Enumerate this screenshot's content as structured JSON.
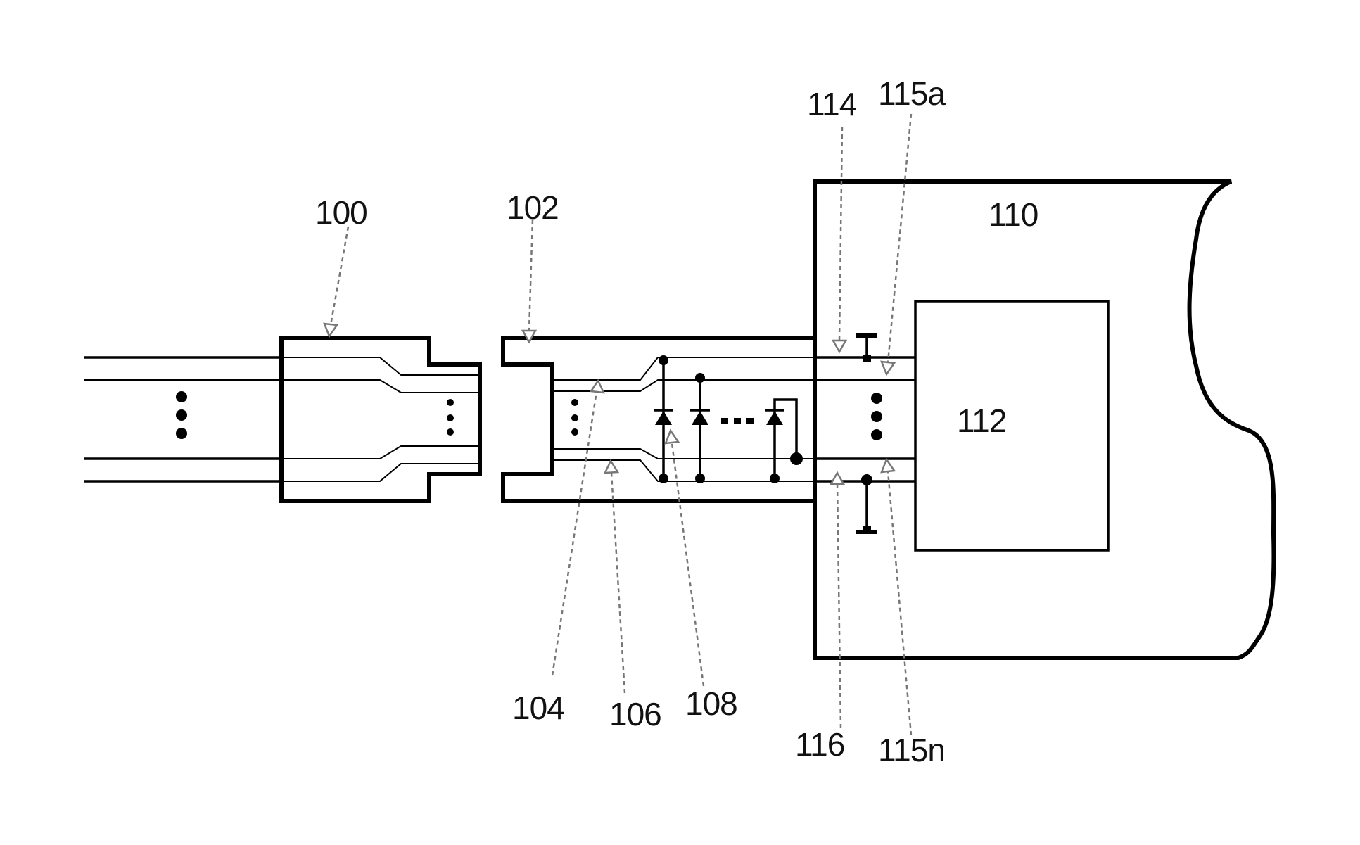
{
  "labels": {
    "cable": "100",
    "connector": "102",
    "line_104": "104",
    "line_106": "106",
    "diodes": "108",
    "device": "110",
    "chip": "112",
    "pullup": "114",
    "pin_first": "115a",
    "pin_last": "115n",
    "pulldown": "116"
  },
  "colors": {
    "ink": "#000000",
    "leader": "#777777",
    "background": "#ffffff"
  }
}
